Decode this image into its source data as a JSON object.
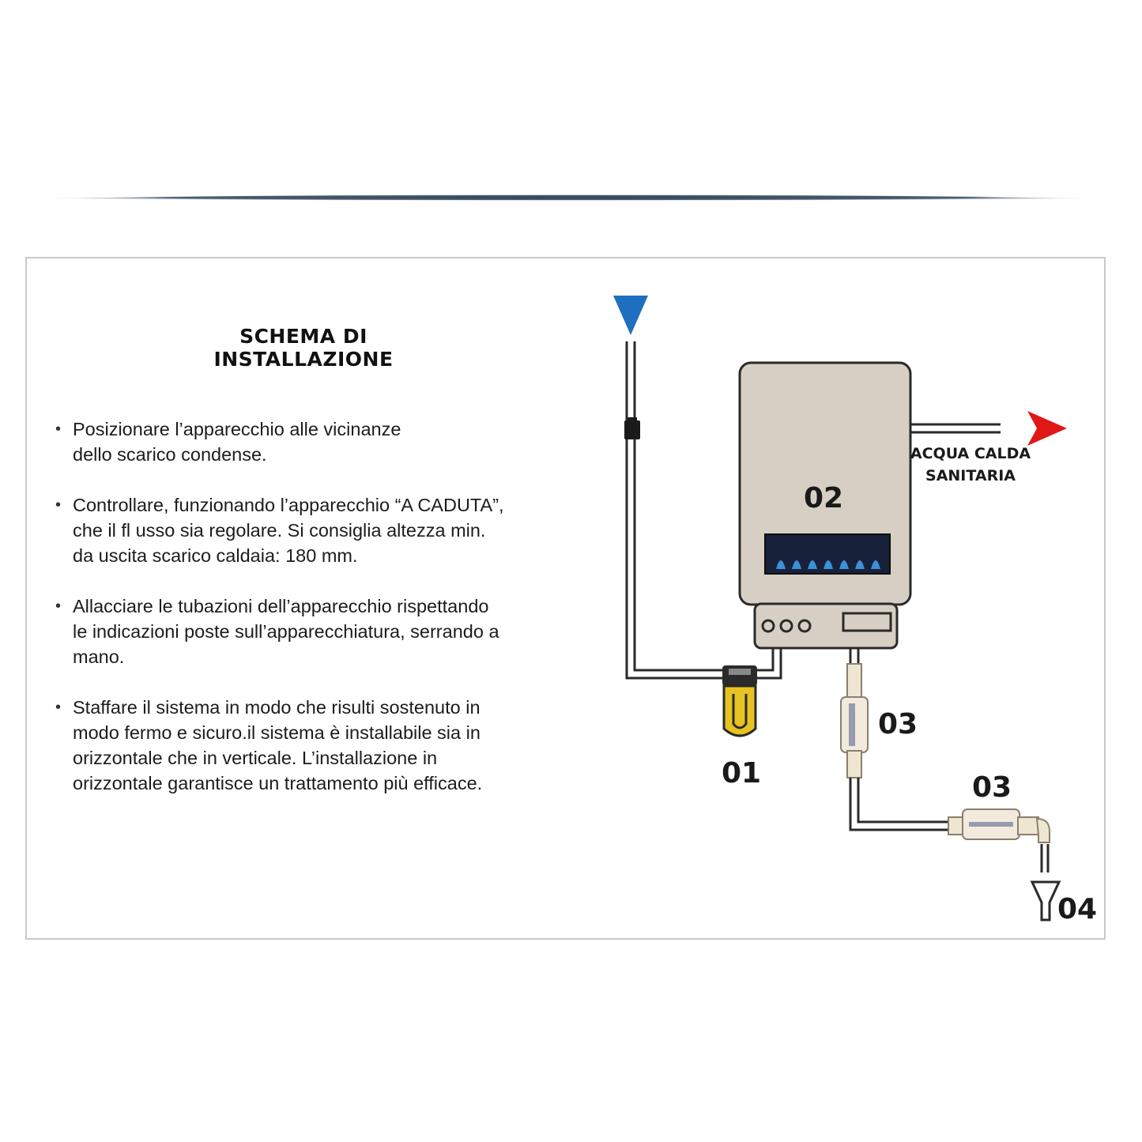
{
  "title": "SCHEMA DI INSTALLAZIONE",
  "instructions": [
    "Posizionare l’apparecchio alle vicinanze\ndello scarico condense.",
    "Controllare, funzionando l’apparecchio “A CADUTA”,\nche il fl usso sia regolare. Si consiglia altezza min.\nda uscita scarico caldaia: 180 mm.",
    "Allacciare le tubazioni dell’apparecchio rispettando\nle indicazioni poste sull’apparecchiatura, serrando a\nmano.",
    "Staffare il sistema in modo che risulti sostenuto in\nmodo fermo e sicuro.il sistema è installabile sia in\norizzontale che in verticale. L’installazione in\norizzontale garantisce un trattamento più efficace."
  ],
  "diagram": {
    "hot_water_label_line1": "ACQUA CALDA",
    "hot_water_label_line2": "SANITARIA",
    "labels": {
      "filter": "01",
      "boiler": "02",
      "treatment_vertical": "03",
      "treatment_horizontal": "03",
      "drain": "04"
    },
    "colors": {
      "inlet_arrow": "#1e6fc0",
      "outlet_arrow": "#e01818",
      "boiler_body": "#d8cfc4",
      "filter_body": "#e6c320",
      "panel": "#17223a"
    }
  }
}
